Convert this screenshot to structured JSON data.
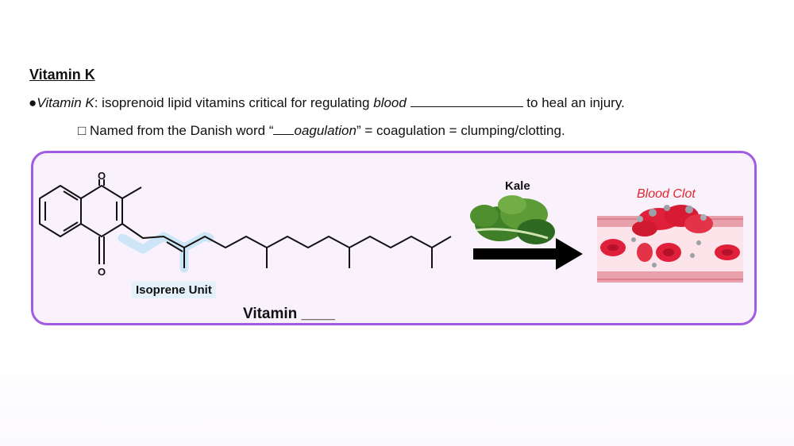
{
  "heading": "Vitamin K",
  "bullet1": {
    "bullet": "●",
    "term": "Vitamin K",
    "text": ": isoprenoid lipid vitamins critical for regulating ",
    "italic_word": "blood",
    "tail": " to heal an injury."
  },
  "bullet2": {
    "marker": "□",
    "text_before": " Named from the Danish word “",
    "italic_part": "oagulation",
    "text_after": "” = coagulation = clumping/clotting."
  },
  "figure": {
    "atom_o_top": "O",
    "atom_o_bottom": "O",
    "isoprene_label": "Isoprene Unit",
    "vitamin_label": "Vitamin ____",
    "kale_label": "Kale",
    "clot_label": "Blood Clot"
  }
}
